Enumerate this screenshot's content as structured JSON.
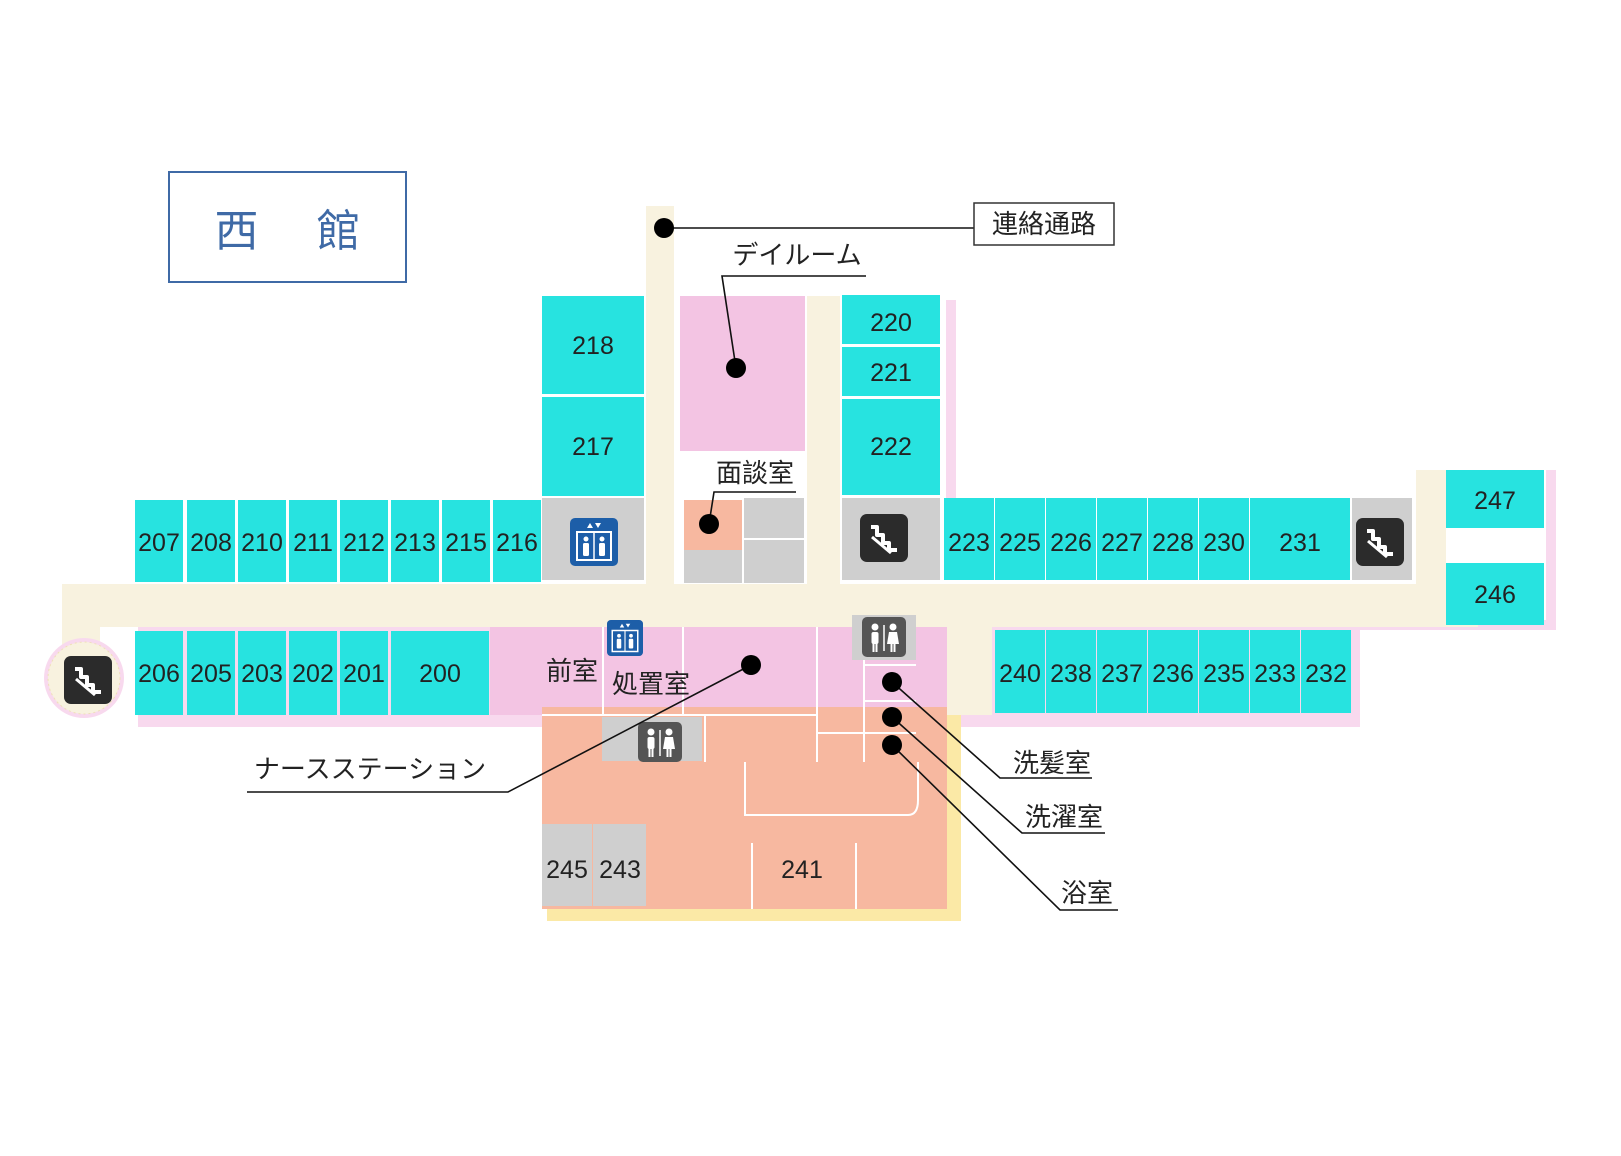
{
  "title": "西 館",
  "colors": {
    "corridor": "#f8f2df",
    "room": "#27e3e0",
    "common": "#f3c4e3",
    "station": "#f7b8a0",
    "utility": "#cfcfcf",
    "shadow_pink": "#f8d9ee",
    "shadow_yellow": "#fbe9a6",
    "icon_dark": "#2b2b2b",
    "icon_blue": "#1d5ea8",
    "title": "#3f6aa6"
  },
  "rooms": {
    "r207": "207",
    "r208": "208",
    "r210": "210",
    "r211": "211",
    "r212": "212",
    "r213": "213",
    "r215": "215",
    "r216": "216",
    "r217": "217",
    "r218": "218",
    "r220": "220",
    "r221": "221",
    "r222": "222",
    "r223": "223",
    "r225": "225",
    "r226": "226",
    "r227": "227",
    "r228": "228",
    "r230": "230",
    "r231": "231",
    "r246": "246",
    "r247": "247",
    "r206": "206",
    "r205": "205",
    "r203": "203",
    "r202": "202",
    "r201": "201",
    "r200": "200",
    "r240": "240",
    "r238": "238",
    "r237": "237",
    "r236": "236",
    "r235": "235",
    "r233": "233",
    "r232": "232",
    "r245": "245",
    "r243": "243",
    "r241": "241"
  },
  "labels": {
    "connecting_passage": "連絡通路",
    "day_room": "デイルーム",
    "interview_room": "面談室",
    "anteroom": "前室",
    "treatment_room": "処置室",
    "nurse_station": "ナースステーション",
    "hair_wash_room": "洗髪室",
    "laundry_room": "洗濯室",
    "bathroom": "浴室"
  },
  "icons": [
    "stairs-icon",
    "elevator-icon",
    "restroom-icon"
  ]
}
